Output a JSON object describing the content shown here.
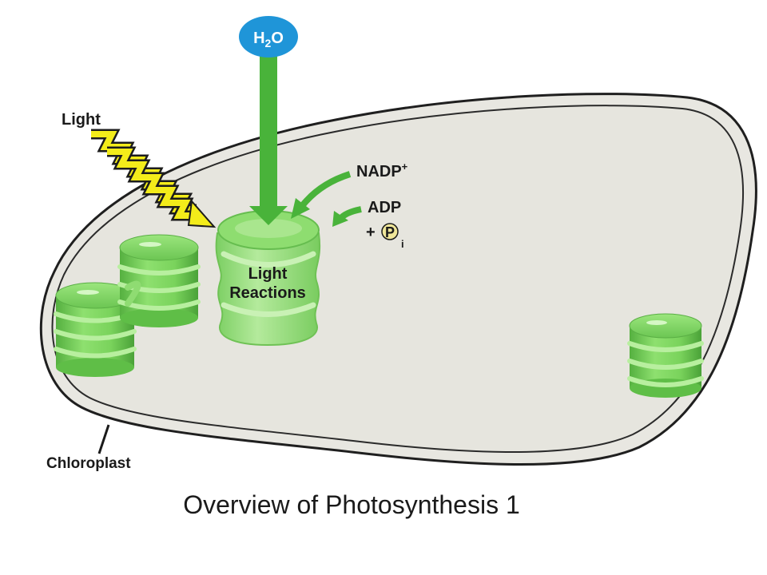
{
  "labels": {
    "water_h": "H",
    "water_sub": "2",
    "water_o": "O",
    "light": "Light",
    "nadp": "NADP",
    "nadp_sup": "+",
    "adp": "ADP",
    "plus": "+",
    "phosphate": "P",
    "phosphate_sub": "i",
    "reactions_line1": "Light",
    "reactions_line2": "Reactions",
    "chloroplast": "Chloroplast"
  },
  "title": "Overview of Photosynthesis 1",
  "colors": {
    "stroma": "#e8e7e1",
    "membrane": "#222222",
    "thylakoid": "#7dd35f",
    "thylakoid_light": "#a9e68e",
    "thylakoid_dark": "#4ea83a",
    "arrow_green": "#49b33a",
    "light_bolt": "#f3ec1a",
    "water_bubble": "#1f95d8",
    "phosphate_circle": "#f0e79a"
  }
}
